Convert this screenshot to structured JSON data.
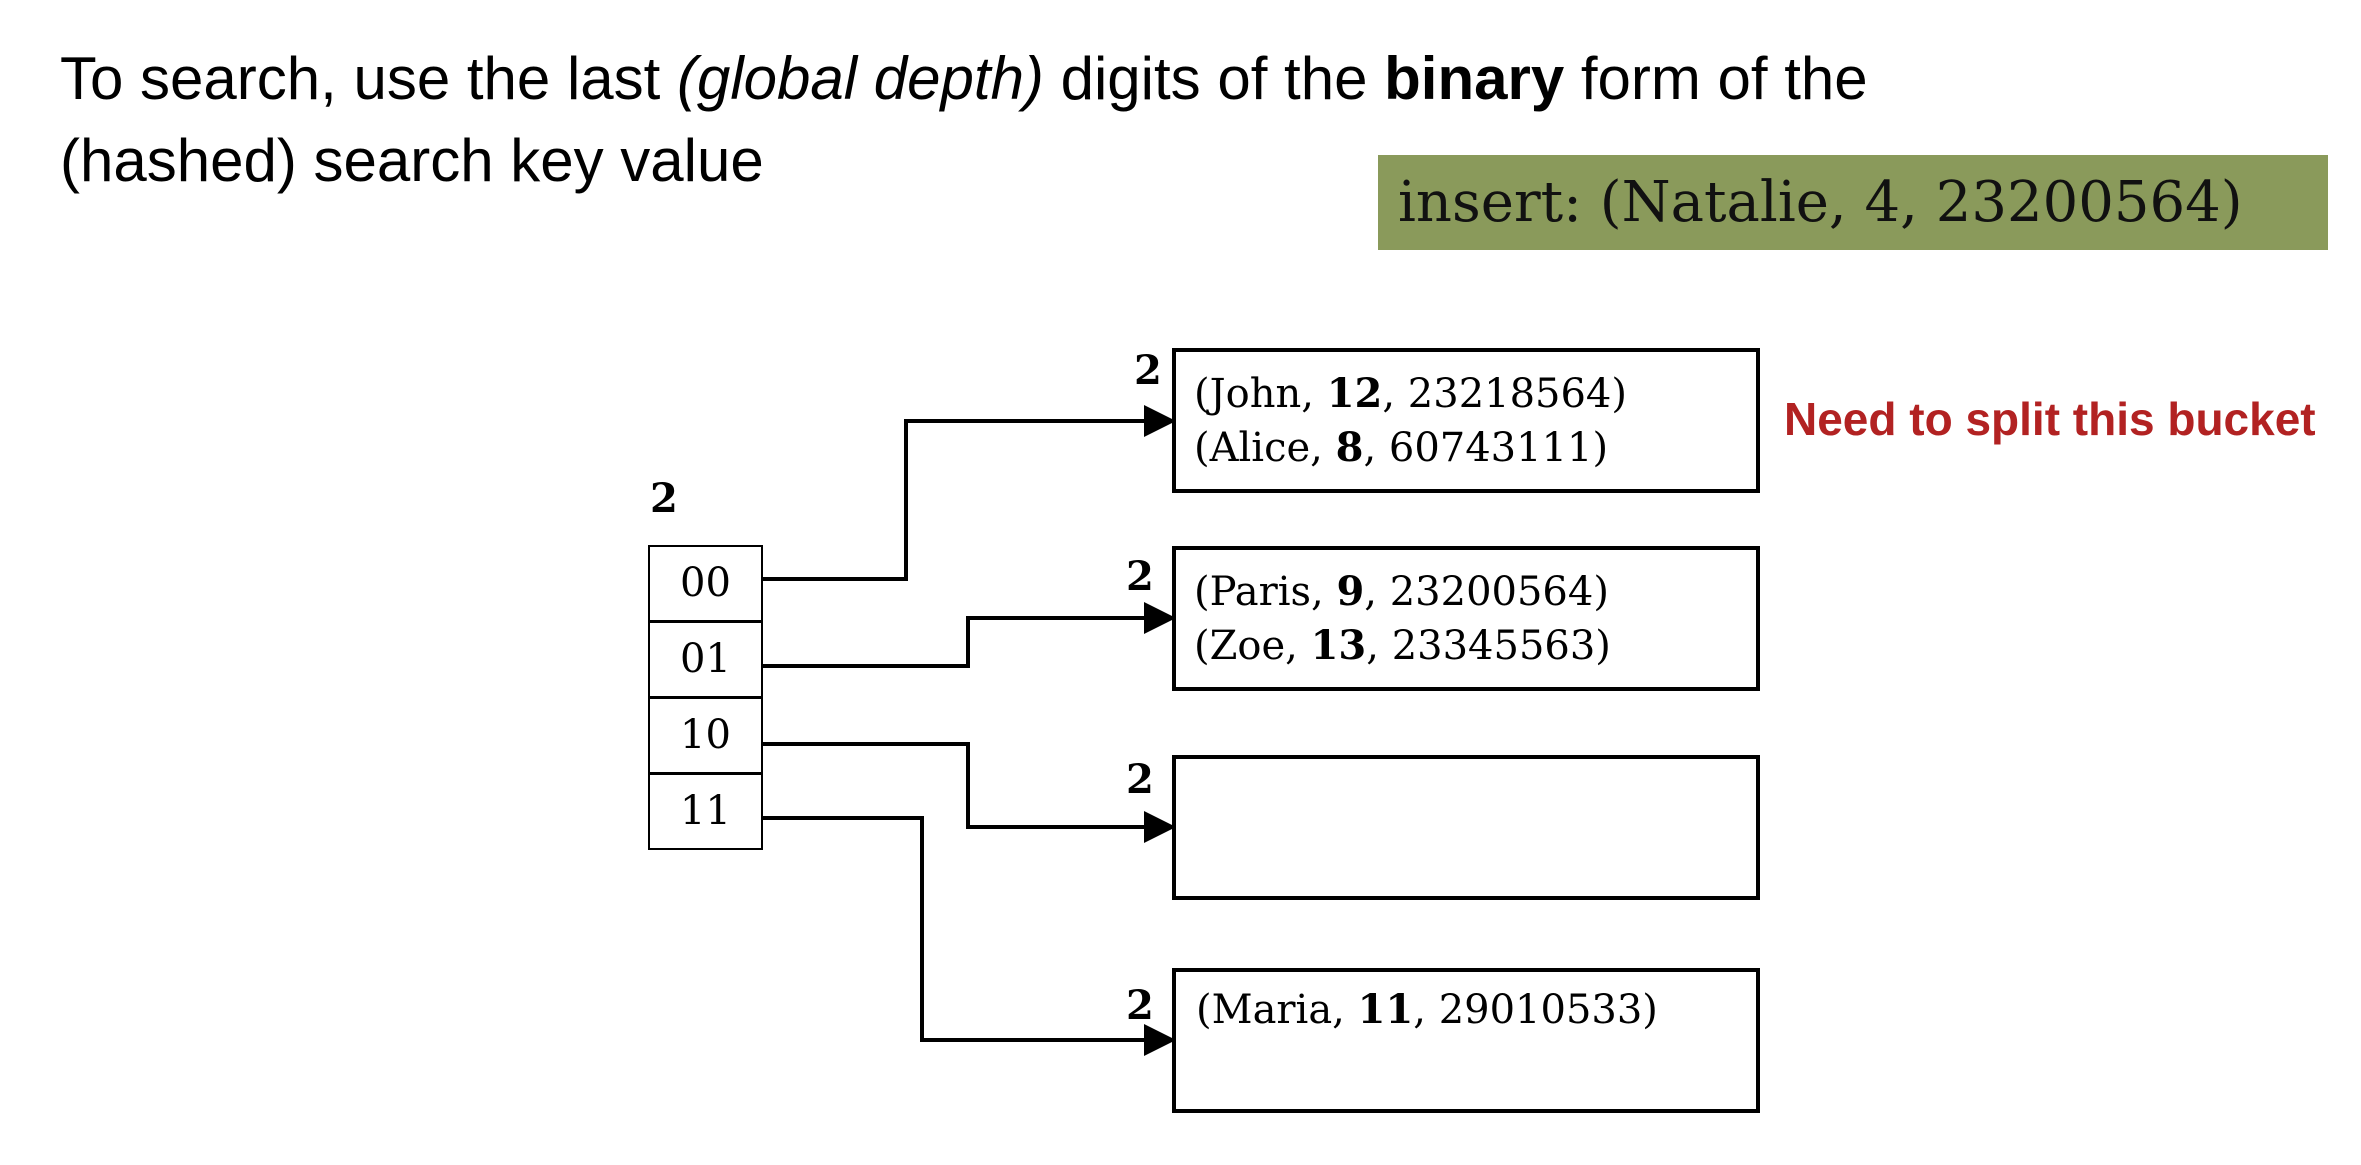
{
  "title": {
    "part1": "To search, use the last ",
    "italic": "(global depth)",
    "part2": " digits of the ",
    "bold": "binary",
    "part3": " form of the",
    "line2": "(hashed) search key value"
  },
  "insert_box": {
    "text": "insert: (Natalie, 4, 23200564)",
    "color": "#8a9a5b"
  },
  "note": {
    "text": "Need to split this bucket",
    "color": "#b22222"
  },
  "directory": {
    "global_depth": "2",
    "entries": [
      "00",
      "01",
      "10",
      "11"
    ]
  },
  "buckets": [
    {
      "local_depth": "2",
      "records": [
        {
          "pre": "(John, ",
          "key": "12",
          "post": ", 23218564)"
        },
        {
          "pre": "(Alice, ",
          "key": "8",
          "post": ", 60743111)"
        }
      ]
    },
    {
      "local_depth": "2",
      "records": [
        {
          "pre": "(Paris, ",
          "key": "9",
          "post": ", 23200564)"
        },
        {
          "pre": "(Zoe, ",
          "key": "13",
          "post": ", 23345563)"
        }
      ]
    },
    {
      "local_depth": "2",
      "records": []
    },
    {
      "local_depth": "2",
      "records": [
        {
          "pre": "(Maria, ",
          "key": "11",
          "post": ", 29010533)"
        }
      ]
    }
  ]
}
